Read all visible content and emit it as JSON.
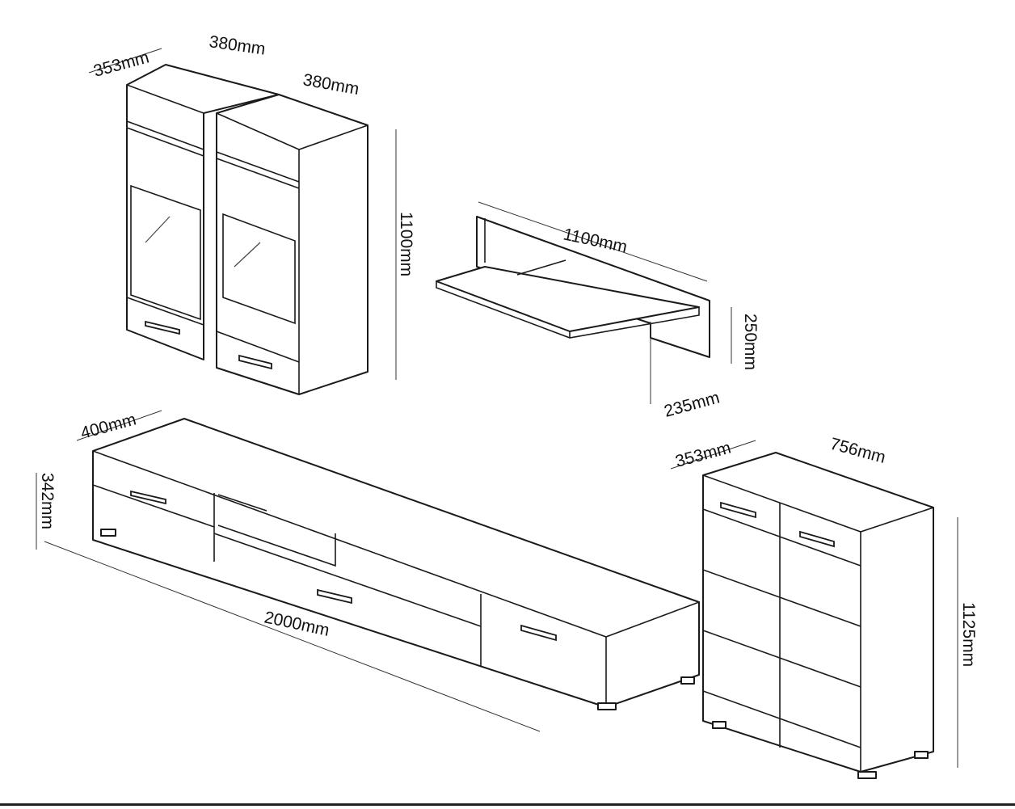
{
  "diagram": {
    "wall_cabinets": {
      "depth": "353mm",
      "width_left": "380mm",
      "width_right": "380mm",
      "height": "1100mm"
    },
    "wall_shelf": {
      "width": "1100mm",
      "height": "250mm",
      "depth": "235mm"
    },
    "tv_unit": {
      "depth": "400mm",
      "height": "342mm",
      "width": "2000mm"
    },
    "sideboard": {
      "depth": "353mm",
      "width": "756mm",
      "height": "1125mm"
    }
  }
}
